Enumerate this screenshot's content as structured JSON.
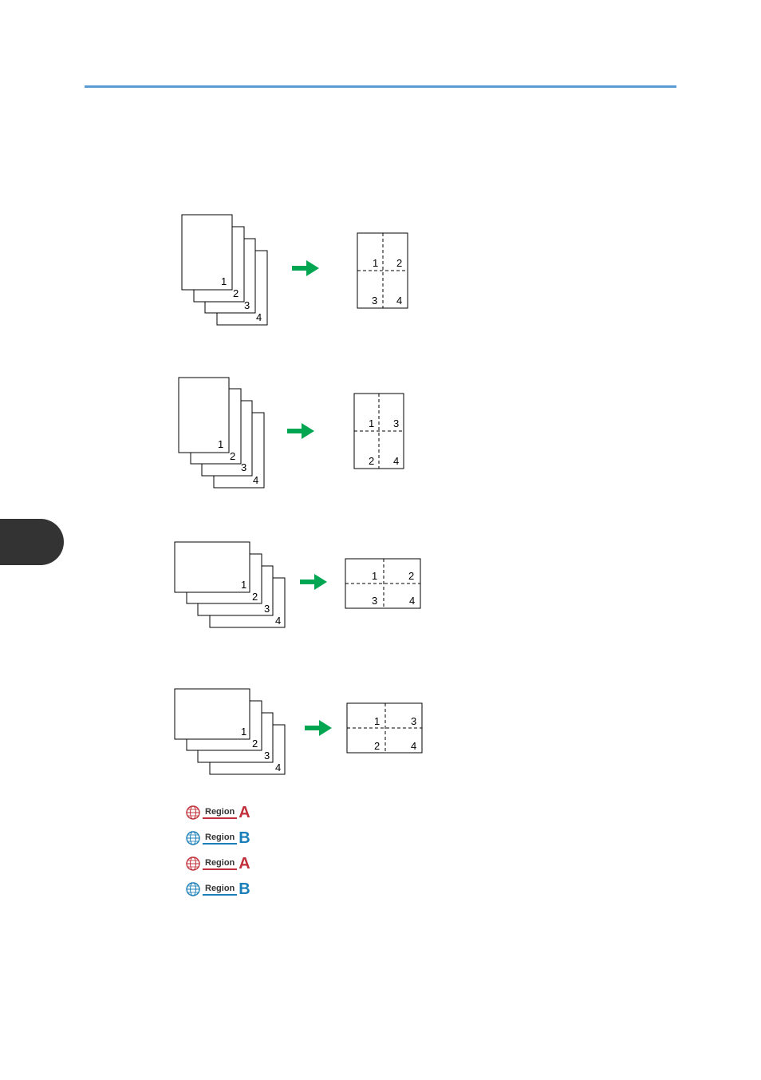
{
  "colors": {
    "rule": "#5b9bd5",
    "tab": "#333333",
    "arrow": "#00a651",
    "region_a": "#c0303a",
    "region_b": "#1a7fb8"
  },
  "diagrams": [
    {
      "stack_labels": [
        "1",
        "2",
        "3",
        "4"
      ],
      "result_labels": [
        "1",
        "2",
        "3",
        "4"
      ]
    },
    {
      "stack_labels": [
        "1",
        "2",
        "3",
        "4"
      ],
      "result_labels": [
        "1",
        "3",
        "2",
        "4"
      ]
    },
    {
      "stack_labels": [
        "1",
        "2",
        "3",
        "4"
      ],
      "result_labels": [
        "1",
        "2",
        "3",
        "4"
      ]
    },
    {
      "stack_labels": [
        "1",
        "2",
        "3",
        "4"
      ],
      "result_labels": [
        "1",
        "3",
        "2",
        "4"
      ]
    }
  ],
  "badges": [
    {
      "word": "Region",
      "letter": "A",
      "icon": "globe-icon"
    },
    {
      "word": "Region",
      "letter": "B",
      "icon": "globe-icon"
    },
    {
      "word": "Region",
      "letter": "A",
      "icon": "globe-icon"
    },
    {
      "word": "Region",
      "letter": "B",
      "icon": "globe-icon"
    }
  ]
}
